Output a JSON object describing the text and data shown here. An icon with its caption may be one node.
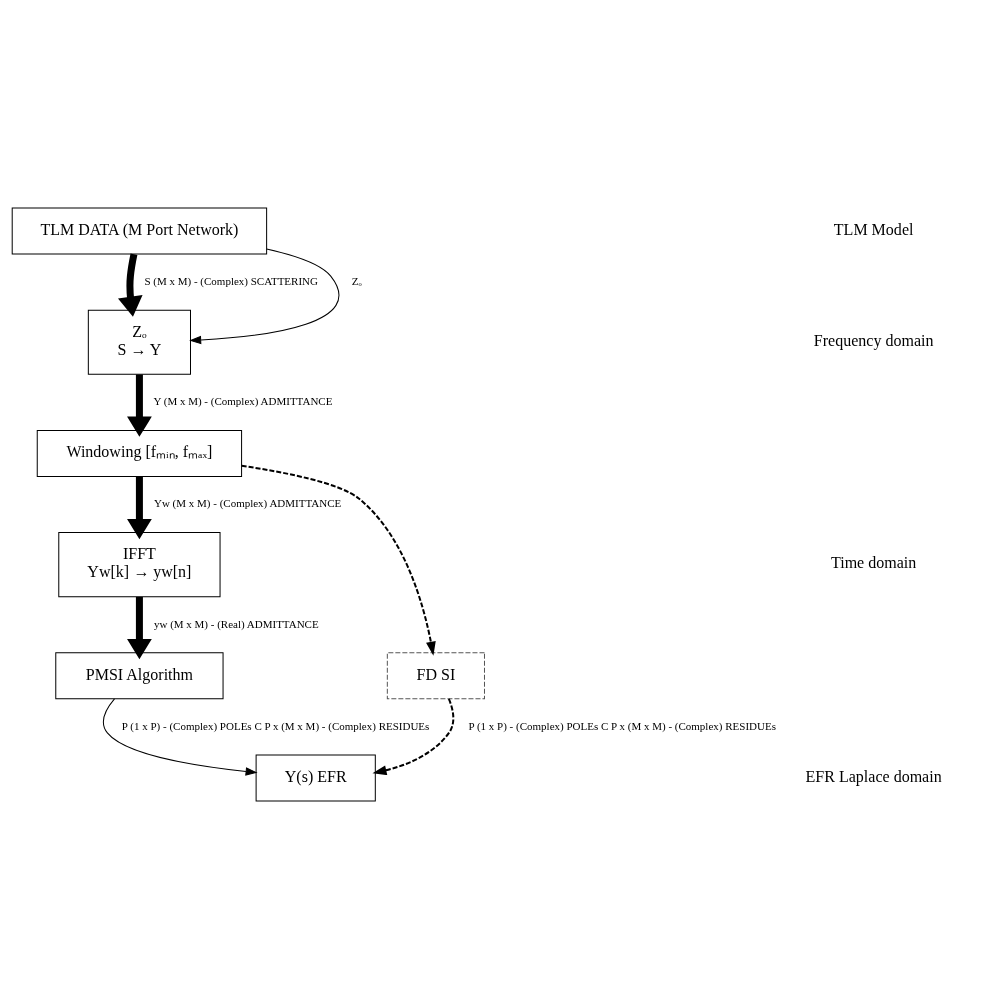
{
  "diagram": {
    "nodes": [
      {
        "text": [
          "TLM DATA (M Port Network)"
        ]
      },
      {
        "text": [
          "Zₒ",
          "S → Y"
        ]
      },
      {
        "text": [
          "Windowing [fₘᵢₙ, fₘₐₓ]"
        ]
      },
      {
        "text": [
          "IFFT",
          "Yw[k] → yw[n]"
        ]
      },
      {
        "text": [
          "PMSI Algorithm"
        ]
      },
      {
        "text": [
          "FD SI"
        ]
      },
      {
        "text": [
          "Y(s) EFR"
        ]
      }
    ],
    "edges": [
      {
        "from": 0,
        "to": 1,
        "arrow": "to",
        "label": "S (M x M) - (Complex) SCATTERING",
        "style": "thick"
      },
      {
        "from": 0,
        "to": 1,
        "arrow": "to",
        "label": "Zₒ"
      },
      {
        "from": 1,
        "to": 2,
        "arrow": "to",
        "label": "Y (M x M) - (Complex) ADMITTANCE",
        "style": "thick"
      },
      {
        "from": 2,
        "to": 3,
        "arrow": "to",
        "label": "Yw (M x M) - (Complex) ADMITTANCE",
        "style": "thick"
      },
      {
        "from": 2,
        "to": 5,
        "arrow": "to",
        "style": "dashed"
      },
      {
        "from": 3,
        "to": 4,
        "arrow": "to",
        "label": "yw (M x M) - (Real) ADMITTANCE",
        "style": "thick"
      },
      {
        "from": 4,
        "to": 6,
        "arrow": "to",
        "label": "P (1 x P) - (Complex) POLEs C P x (M x M) - (Complex) RESIDUEs"
      },
      {
        "from": 5,
        "to": 6,
        "arrow": "to",
        "label": "P (1 x P) - (Complex) POLEs C P x (M x M) - (Complex) RESIDUEs",
        "style": "dashed"
      }
    ],
    "labels": [
      "TLM Model",
      "Frequency domain",
      "Time domain",
      "EFR Laplace domain"
    ]
  }
}
